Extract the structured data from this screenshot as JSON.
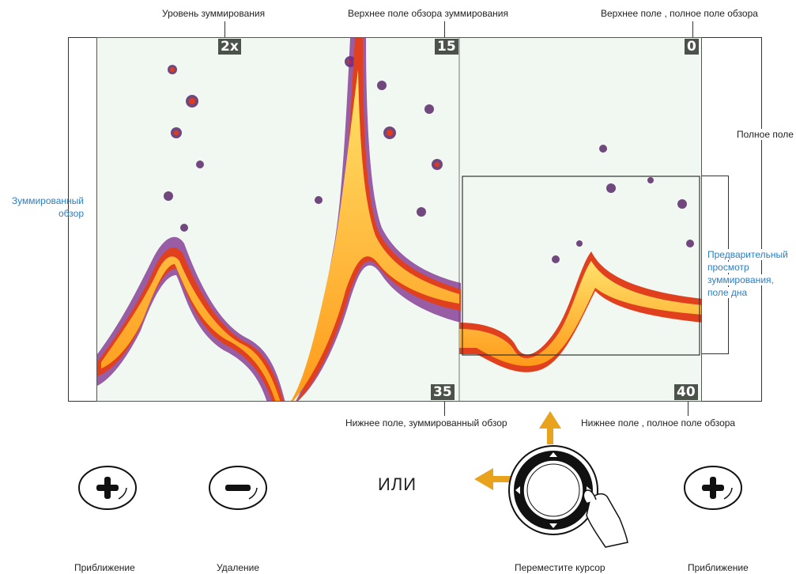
{
  "top_labels": {
    "zoom_level": "Уровень зуммирования",
    "zoom_upper_range": "Верхнее поле обзора зуммирования",
    "full_upper_range": "Верхнее поле , полное поле обзора"
  },
  "side_labels": {
    "full_range": "Полное поле",
    "zoomed_view_line1": "Зуммированный",
    "zoomed_view_line2": "обзор",
    "preview_line1": "Предварительный",
    "preview_line2": "просмотр",
    "preview_line3": "зуммирования,",
    "preview_line4": "поле дна"
  },
  "bottom_labels": {
    "zoom_lower_range": "Нижнее поле, зуммированный обзор",
    "full_lower_range": "Нижнее поле , полное поле обзора"
  },
  "badges": {
    "zoom_level": "2x",
    "zoom_upper": "15",
    "full_upper": "0",
    "zoom_lower": "35",
    "full_lower": "40"
  },
  "controls": {
    "or_text": "ИЛИ",
    "zoom_in_label": "Приближение",
    "zoom_out_label": "Удаление",
    "move_cursor_label": "Переместите курсор",
    "zoom_in_label_right": "Приближение"
  },
  "colors": {
    "accent_blue": "#2b7fc4",
    "arrow_orange": "#e8a21c",
    "sonar_bg": "#f1f8f2",
    "badge_bg": "#4a5249"
  },
  "icons": {
    "zoom_in": "plus-button-icon",
    "zoom_out": "minus-button-icon",
    "joystick": "joystick-dial-icon",
    "hand": "pointing-hand-icon"
  }
}
